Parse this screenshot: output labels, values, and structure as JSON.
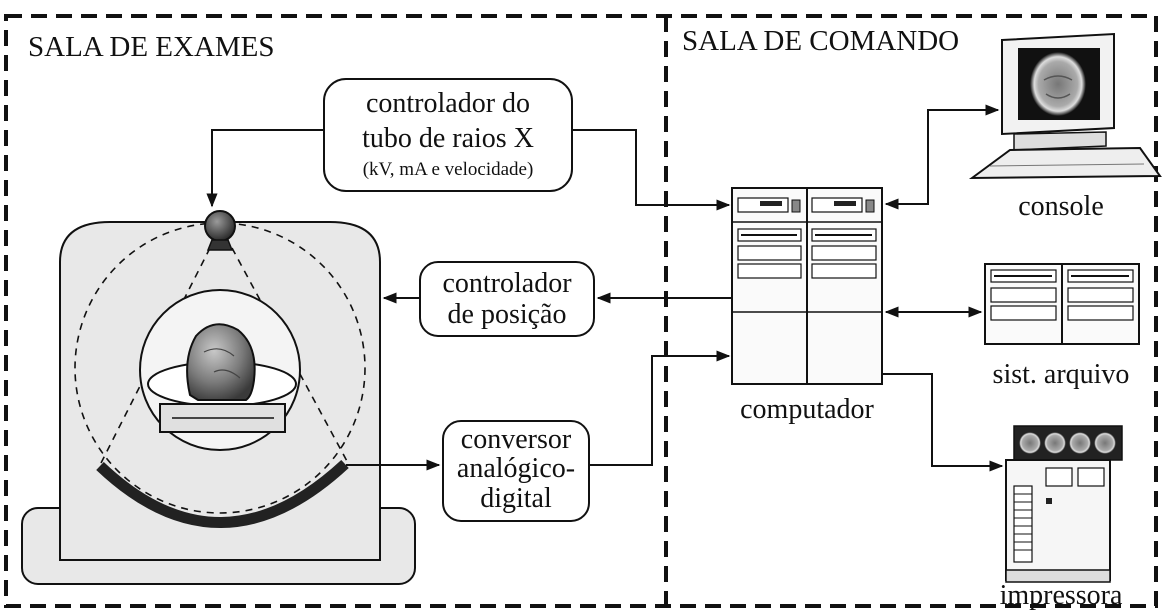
{
  "rooms": {
    "exam_room": "SALA DE EXAMES",
    "control_room": "SALA DE COMANDO"
  },
  "boxes": {
    "tube_controller": {
      "line1": "controlador do",
      "line2": "tubo de raios X",
      "line3": "(kV, mA e velocidade)"
    },
    "position_controller": {
      "line1": "controlador",
      "line2": "de posição"
    },
    "adc": {
      "line1": "conversor",
      "line2": "analógico-",
      "line3": "digital"
    }
  },
  "devices": {
    "console": "console",
    "computer": "computador",
    "storage": "sist. arquivo",
    "printer": "impressora"
  }
}
